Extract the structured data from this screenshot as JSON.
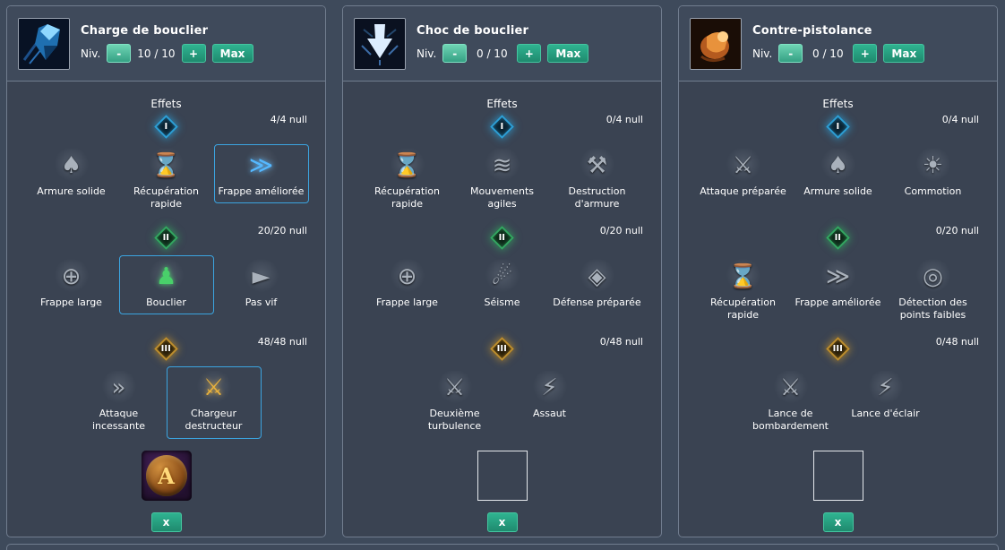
{
  "ui_colors": {
    "background": "#3e4a5b",
    "panel_background": "#3a4352",
    "panel_border": "#717d8f",
    "button_teal": "#27a38a",
    "selection_blue": "#3ba4e0",
    "tier1_blue": "#2e9fd6",
    "tier2_green": "#34a662",
    "tier3_gold": "#bd8e2f"
  },
  "panels": [
    {
      "art": "shield-charge",
      "title": "Charge de bouclier",
      "level": {
        "label": "Niv.",
        "minus": "-",
        "value": "10 / 10",
        "plus": "+",
        "max": "Max"
      },
      "effects_label": "Effets",
      "tiers": [
        {
          "numeral": "I",
          "counter": "4/4 null",
          "skills": [
            {
              "name": "Armure solide",
              "icon": "shield-icon",
              "glyph": "♠"
            },
            {
              "name": "Récupération rapide",
              "icon": "hourglass-icon",
              "glyph": "⌛"
            },
            {
              "name": "Frappe améliorée",
              "icon": "slash-strikes-icon",
              "glyph": "≫",
              "selected": true,
              "color": "#55b8ff"
            }
          ]
        },
        {
          "numeral": "II",
          "counter": "20/20 null",
          "skills": [
            {
              "name": "Frappe large",
              "icon": "circular-slash-icon",
              "glyph": "⊕"
            },
            {
              "name": "Bouclier",
              "icon": "guardian-figure-icon",
              "glyph": "♟",
              "selected": true,
              "color": "#49d06a"
            },
            {
              "name": "Pas vif",
              "icon": "dash-runner-icon",
              "glyph": "►"
            }
          ]
        },
        {
          "numeral": "III",
          "counter": "48/48 null",
          "skills": [
            {
              "name": "Attaque incessante",
              "icon": "chevron-arrows-icon",
              "glyph": "»"
            },
            {
              "name": "Chargeur destructeur",
              "icon": "golden-shield-sword-icon",
              "glyph": "⚔",
              "selected": true,
              "color": "#e9b23d"
            }
          ]
        }
      ],
      "rune": {
        "present": true,
        "glyph": "A"
      },
      "close_label": "x"
    },
    {
      "art": "shield-shock",
      "title": "Choc de bouclier",
      "level": {
        "label": "Niv.",
        "minus": "-",
        "value": "0 / 10",
        "plus": "+",
        "max": "Max"
      },
      "effects_label": "Effets",
      "tiers": [
        {
          "numeral": "I",
          "counter": "0/4 null",
          "skills": [
            {
              "name": "Récupération rapide",
              "icon": "hourglass-icon",
              "glyph": "⌛"
            },
            {
              "name": "Mouvements agiles",
              "icon": "wind-slash-icon",
              "glyph": "≋"
            },
            {
              "name": "Destruction d'armure",
              "icon": "broken-armor-icon",
              "glyph": "⚒"
            }
          ]
        },
        {
          "numeral": "II",
          "counter": "0/20 null",
          "skills": [
            {
              "name": "Frappe large",
              "icon": "circular-slash-icon",
              "glyph": "⊕"
            },
            {
              "name": "Séisme",
              "icon": "quake-fist-icon",
              "glyph": "☄"
            },
            {
              "name": "Défense préparée",
              "icon": "guard-shield-icon",
              "glyph": "◈"
            }
          ]
        },
        {
          "numeral": "III",
          "counter": "0/48 null",
          "skills": [
            {
              "name": "Deuxième turbulence",
              "icon": "crossed-swords-icon",
              "glyph": "⚔"
            },
            {
              "name": "Assaut",
              "icon": "assault-slash-icon",
              "glyph": "⚡"
            }
          ]
        }
      ],
      "rune": {
        "present": false
      },
      "close_label": "x"
    },
    {
      "art": "counter-gunlance",
      "title": "Contre-pistolance",
      "level": {
        "label": "Niv.",
        "minus": "-",
        "value": "0 / 10",
        "plus": "+",
        "max": "Max"
      },
      "effects_label": "Effets",
      "tiers": [
        {
          "numeral": "I",
          "counter": "0/4 null",
          "skills": [
            {
              "name": "Attaque préparée",
              "icon": "crossed-swords-icon",
              "glyph": "⚔"
            },
            {
              "name": "Armure solide",
              "icon": "shield-icon",
              "glyph": "♠"
            },
            {
              "name": "Commotion",
              "icon": "stun-burst-icon",
              "glyph": "☀"
            }
          ]
        },
        {
          "numeral": "II",
          "counter": "0/20 null",
          "skills": [
            {
              "name": "Récupération rapide",
              "icon": "hourglass-icon",
              "glyph": "⌛"
            },
            {
              "name": "Frappe améliorée",
              "icon": "piercing-arrows-icon",
              "glyph": "≫"
            },
            {
              "name": "Détection des points faibles",
              "icon": "weak-point-icon",
              "glyph": "◎"
            }
          ]
        },
        {
          "numeral": "III",
          "counter": "0/48 null",
          "skills": [
            {
              "name": "Lance de bombardement",
              "icon": "bombardment-lance-icon",
              "glyph": "⚔"
            },
            {
              "name": "Lance d'éclair",
              "icon": "lightning-lance-icon",
              "glyph": "⚡"
            }
          ]
        }
      ],
      "rune": {
        "present": false
      },
      "close_label": "x"
    }
  ]
}
